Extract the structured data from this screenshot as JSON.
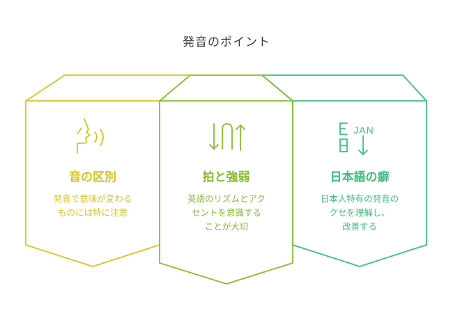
{
  "title": "発音のポイント",
  "colors": {
    "yellow": "#d9c21c",
    "green": "#86bd2e",
    "teal": "#3dbf7c"
  },
  "cards": [
    {
      "heading": "音の区別",
      "icon": "speaking-face-icon",
      "desc": [
        "発音で意味が変わる",
        "ものには特に注意"
      ]
    },
    {
      "heading": "拍と強弱",
      "icon": "rhythm-arrows-icon",
      "desc": [
        "英語のリズムとアク",
        "セントを意識する",
        "ことが大切"
      ]
    },
    {
      "heading": "日本語の癖",
      "icon": "japan-language-icon",
      "icon_text": "JAN",
      "desc": [
        "日本人特有の発音の",
        "クセを理解し、",
        "改善する"
      ]
    }
  ]
}
